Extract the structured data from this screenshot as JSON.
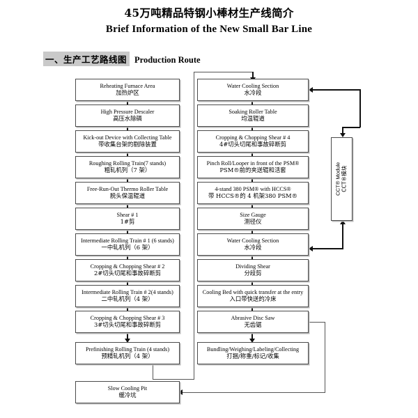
{
  "title": {
    "cn": "45万吨精品特钢小棒材生产线简介",
    "en": "Brief Information of the New Small Bar Line"
  },
  "section": {
    "number_cn": "一、生产工艺路线图",
    "label_en": "Production Route"
  },
  "flow": {
    "left_column": [
      {
        "en": "Reheating Furnace Area",
        "cn": "加热炉区"
      },
      {
        "en": "High Pressure Descaler",
        "cn": "高压水除磷"
      },
      {
        "en": "Kick-out Device with Collecting Table",
        "cn": "带收集台架的剔除装置"
      },
      {
        "en": "Roughing Rolling Train(7 stands)",
        "cn": "粗轧机列（7 架）"
      },
      {
        "en": "Free-Run-Out Thermo Roller Table",
        "cn": "脱头保温辊道"
      },
      {
        "en": "Shear # 1",
        "cn": "1#剪"
      },
      {
        "en": "Intermediate Rolling Train # 1 (6 stands)",
        "cn": "一中轧机列（6 架）"
      },
      {
        "en": "Cropping & Chopping Shear # 2",
        "cn": "2#切头切尾和事故碎断剪"
      },
      {
        "en": "Intermediate Rolling Train # 2(4 stands)",
        "cn": "二中轧机列（4 架）"
      },
      {
        "en": "Cropping & Chopping Shear # 3",
        "cn": "3#切头切尾和事故碎断剪"
      },
      {
        "en": "Prefinishing Rolling Train (4 stands)",
        "cn": "预精轧机列（4 架）"
      }
    ],
    "right_column": [
      {
        "en": "Water Cooling Section",
        "cn": "水冷段"
      },
      {
        "en": "Soaking Roller Table",
        "cn": "均温辊道"
      },
      {
        "en": "Cropping & Chopping Shear # 4",
        "cn": "4#切头切尾和事故碎断剪"
      },
      {
        "en": "Pinch Roll/Looper in front of the PSM®",
        "cn": "PSM®前的夹送辊和活套"
      },
      {
        "en": "4-stand 380 PSM® with HCCS®",
        "cn": "带 HCCS®的 4 机架380 PSM®"
      },
      {
        "en": "Size Gauge",
        "cn": "测径仪"
      },
      {
        "en": "Water Cooling Section",
        "cn": "水冷段"
      },
      {
        "en": "Dividing Shear",
        "cn": "分段剪"
      },
      {
        "en": "Cooling Bed with quick transfer at the entry",
        "cn": "入口带快送的冷床"
      },
      {
        "en": "Abrasive Disc Saw",
        "cn": "无齿锯"
      },
      {
        "en": "Bundling/Weighing/Labeling/Collecting",
        "cn": "打捆/称重/标记/收集"
      }
    ],
    "cct_module": {
      "en": "CCT® Module",
      "cn": "CCT®模块"
    },
    "final": {
      "en": "Slow Cooling Pit",
      "cn": "缓冷坑"
    }
  },
  "colors": {
    "box_border": "#4a4a4a",
    "box_shadow": "#b9b9b9",
    "connector": "#111111",
    "section_highlight": "#c9c9c9",
    "page_background": "#ffffff"
  }
}
